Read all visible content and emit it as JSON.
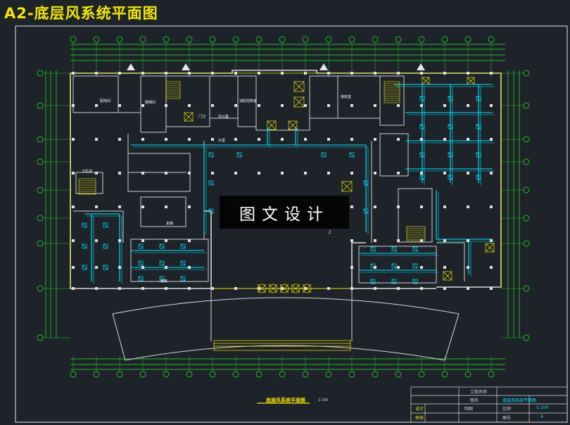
{
  "title": "A2-底层风系统平面图",
  "watermark": "图文设计",
  "plan": {
    "name": "底层风系统平面图",
    "scale": "1:100"
  },
  "title_block": {
    "project_label": "工程名称",
    "drawing_label": "图名",
    "drawing_value": "底层风系统平面图",
    "design_label": "设计",
    "drawn_label": "制图",
    "check_label": "审核",
    "scale_label": "比例",
    "scale_value": "1:100",
    "number_label": "图号",
    "number_value": "4"
  },
  "rooms": {
    "r1": "配电间",
    "r2": "楼梯间",
    "r3": "门卫",
    "r4": "办公室",
    "r5": "消防控制室",
    "r6": "值班室",
    "r7": "卫生间",
    "r8": "大堂",
    "r9": "走廊",
    "r10": "客房",
    "r11": "上"
  },
  "colors": {
    "background": "#1d2329",
    "wall": "#d9d9d9",
    "duct": "#00e5ff",
    "grid": "#22ee22",
    "dimension": "#22ee22",
    "accent": "#f2e600"
  }
}
